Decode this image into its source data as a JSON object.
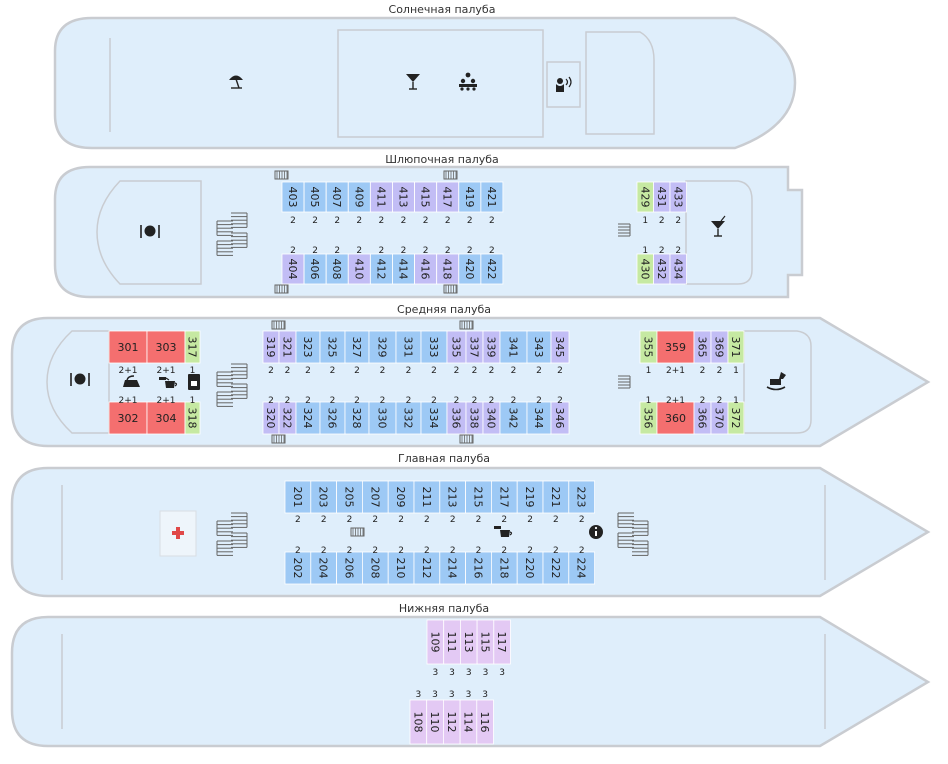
{
  "colors": {
    "hull_fill": "#dfeefb",
    "hull_stroke": "#c9ccd1",
    "blue": "#9dc9f5",
    "purple": "#c2bdf5",
    "green": "#c6e9a2",
    "red": "#f46f6f",
    "pink": "#e3c9f4"
  },
  "decks": {
    "sun": {
      "title": "Солнечная палуба"
    },
    "boat": {
      "title": "Шлюпочная палуба"
    },
    "middle": {
      "title": "Средняя палуба"
    },
    "main": {
      "title": "Главная палуба"
    },
    "lower": {
      "title": "Нижняя палуба"
    }
  },
  "icons": {
    "sun_umbrella": "umbrella-icon",
    "sun_bar": "cocktail-icon",
    "sun_conference": "conference-icon",
    "sun_hall": "music-hall-icon",
    "boat_restaurant": "restaurant-icon",
    "boat_bar": "cocktail-icon",
    "mid_restaurant": "restaurant-icon",
    "mid_iron": "iron-icon",
    "mid_tea": "tea-icon",
    "mid_coffee": "coffee-machine-icon",
    "mid_kids": "rocking-horse-icon",
    "main_medical": "medical-cross-icon",
    "main_tea": "tea-icon",
    "main_info": "info-icon"
  },
  "cabins": [
    {
      "n": "403",
      "c": "blue",
      "b": "2"
    },
    {
      "n": "405",
      "c": "blue",
      "b": "2"
    },
    {
      "n": "407",
      "c": "blue",
      "b": "2"
    },
    {
      "n": "409",
      "c": "blue",
      "b": "2"
    },
    {
      "n": "411",
      "c": "purple",
      "b": "2"
    },
    {
      "n": "413",
      "c": "purple",
      "b": "2"
    },
    {
      "n": "415",
      "c": "purple",
      "b": "2"
    },
    {
      "n": "417",
      "c": "purple",
      "b": "2"
    },
    {
      "n": "419",
      "c": "blue",
      "b": "2"
    },
    {
      "n": "421",
      "c": "blue",
      "b": "2"
    },
    {
      "n": "404",
      "c": "purple",
      "b": "2"
    },
    {
      "n": "406",
      "c": "blue",
      "b": "2"
    },
    {
      "n": "408",
      "c": "blue",
      "b": "2"
    },
    {
      "n": "410",
      "c": "purple",
      "b": "2"
    },
    {
      "n": "412",
      "c": "blue",
      "b": "2"
    },
    {
      "n": "414",
      "c": "blue",
      "b": "2"
    },
    {
      "n": "416",
      "c": "purple",
      "b": "2"
    },
    {
      "n": "418",
      "c": "purple",
      "b": "2"
    },
    {
      "n": "420",
      "c": "blue",
      "b": "2"
    },
    {
      "n": "422",
      "c": "blue",
      "b": "2"
    },
    {
      "n": "429",
      "c": "green",
      "b": "1"
    },
    {
      "n": "431",
      "c": "purple",
      "b": "2"
    },
    {
      "n": "433",
      "c": "purple",
      "b": "2"
    },
    {
      "n": "430",
      "c": "green",
      "b": "1"
    },
    {
      "n": "432",
      "c": "purple",
      "b": "2"
    },
    {
      "n": "434",
      "c": "purple",
      "b": "2"
    },
    {
      "n": "301",
      "c": "red",
      "b": "2+1"
    },
    {
      "n": "303",
      "c": "red",
      "b": "2+1"
    },
    {
      "n": "317",
      "c": "green",
      "b": "1"
    },
    {
      "n": "302",
      "c": "red",
      "b": "2+1"
    },
    {
      "n": "304",
      "c": "red",
      "b": "2+1"
    },
    {
      "n": "318",
      "c": "green",
      "b": "1"
    },
    {
      "n": "319",
      "c": "purple",
      "b": "2"
    },
    {
      "n": "321",
      "c": "purple",
      "b": "2"
    },
    {
      "n": "323",
      "c": "blue",
      "b": "2"
    },
    {
      "n": "325",
      "c": "blue",
      "b": "2"
    },
    {
      "n": "327",
      "c": "blue",
      "b": "2"
    },
    {
      "n": "329",
      "c": "blue",
      "b": "2"
    },
    {
      "n": "331",
      "c": "blue",
      "b": "2"
    },
    {
      "n": "333",
      "c": "blue",
      "b": "2"
    },
    {
      "n": "335",
      "c": "purple",
      "b": "2"
    },
    {
      "n": "337",
      "c": "purple",
      "b": "2"
    },
    {
      "n": "339",
      "c": "purple",
      "b": "2"
    },
    {
      "n": "341",
      "c": "blue",
      "b": "2"
    },
    {
      "n": "343",
      "c": "blue",
      "b": "2"
    },
    {
      "n": "345",
      "c": "purple",
      "b": "2"
    },
    {
      "n": "320",
      "c": "purple",
      "b": "2"
    },
    {
      "n": "322",
      "c": "purple",
      "b": "2"
    },
    {
      "n": "324",
      "c": "blue",
      "b": "2"
    },
    {
      "n": "326",
      "c": "blue",
      "b": "2"
    },
    {
      "n": "328",
      "c": "blue",
      "b": "2"
    },
    {
      "n": "330",
      "c": "blue",
      "b": "2"
    },
    {
      "n": "332",
      "c": "blue",
      "b": "2"
    },
    {
      "n": "334",
      "c": "blue",
      "b": "2"
    },
    {
      "n": "336",
      "c": "purple",
      "b": "2"
    },
    {
      "n": "338",
      "c": "purple",
      "b": "2"
    },
    {
      "n": "340",
      "c": "purple",
      "b": "2"
    },
    {
      "n": "342",
      "c": "blue",
      "b": "2"
    },
    {
      "n": "344",
      "c": "blue",
      "b": "2"
    },
    {
      "n": "346",
      "c": "purple",
      "b": "2"
    },
    {
      "n": "355",
      "c": "green",
      "b": "1"
    },
    {
      "n": "359",
      "c": "red",
      "b": "2+1"
    },
    {
      "n": "365",
      "c": "purple",
      "b": "2"
    },
    {
      "n": "369",
      "c": "purple",
      "b": "2"
    },
    {
      "n": "371",
      "c": "green",
      "b": "1"
    },
    {
      "n": "356",
      "c": "green",
      "b": "1"
    },
    {
      "n": "360",
      "c": "red",
      "b": "2+1"
    },
    {
      "n": "366",
      "c": "purple",
      "b": "2"
    },
    {
      "n": "370",
      "c": "purple",
      "b": "2"
    },
    {
      "n": "372",
      "c": "green",
      "b": "1"
    },
    {
      "n": "201",
      "c": "blue",
      "b": "2"
    },
    {
      "n": "203",
      "c": "blue",
      "b": "2"
    },
    {
      "n": "205",
      "c": "blue",
      "b": "2"
    },
    {
      "n": "207",
      "c": "blue",
      "b": "2"
    },
    {
      "n": "209",
      "c": "blue",
      "b": "2"
    },
    {
      "n": "211",
      "c": "blue",
      "b": "2"
    },
    {
      "n": "213",
      "c": "blue",
      "b": "2"
    },
    {
      "n": "215",
      "c": "blue",
      "b": "2"
    },
    {
      "n": "217",
      "c": "blue",
      "b": "2"
    },
    {
      "n": "219",
      "c": "blue",
      "b": "2"
    },
    {
      "n": "221",
      "c": "blue",
      "b": "2"
    },
    {
      "n": "223",
      "c": "blue",
      "b": "2"
    },
    {
      "n": "202",
      "c": "blue",
      "b": "2"
    },
    {
      "n": "204",
      "c": "blue",
      "b": "2"
    },
    {
      "n": "206",
      "c": "blue",
      "b": "2"
    },
    {
      "n": "208",
      "c": "blue",
      "b": "2"
    },
    {
      "n": "210",
      "c": "blue",
      "b": "2"
    },
    {
      "n": "212",
      "c": "blue",
      "b": "2"
    },
    {
      "n": "214",
      "c": "blue",
      "b": "2"
    },
    {
      "n": "216",
      "c": "blue",
      "b": "2"
    },
    {
      "n": "218",
      "c": "blue",
      "b": "2"
    },
    {
      "n": "220",
      "c": "blue",
      "b": "2"
    },
    {
      "n": "222",
      "c": "blue",
      "b": "2"
    },
    {
      "n": "224",
      "c": "blue",
      "b": "2"
    },
    {
      "n": "109",
      "c": "pink",
      "b": "3"
    },
    {
      "n": "111",
      "c": "pink",
      "b": "3"
    },
    {
      "n": "113",
      "c": "pink",
      "b": "3"
    },
    {
      "n": "115",
      "c": "pink",
      "b": "3"
    },
    {
      "n": "117",
      "c": "pink",
      "b": "3"
    },
    {
      "n": "108",
      "c": "pink",
      "b": "3"
    },
    {
      "n": "110",
      "c": "pink",
      "b": "3"
    },
    {
      "n": "112",
      "c": "pink",
      "b": "3"
    },
    {
      "n": "114",
      "c": "pink",
      "b": "3"
    },
    {
      "n": "116",
      "c": "pink",
      "b": "3"
    }
  ]
}
